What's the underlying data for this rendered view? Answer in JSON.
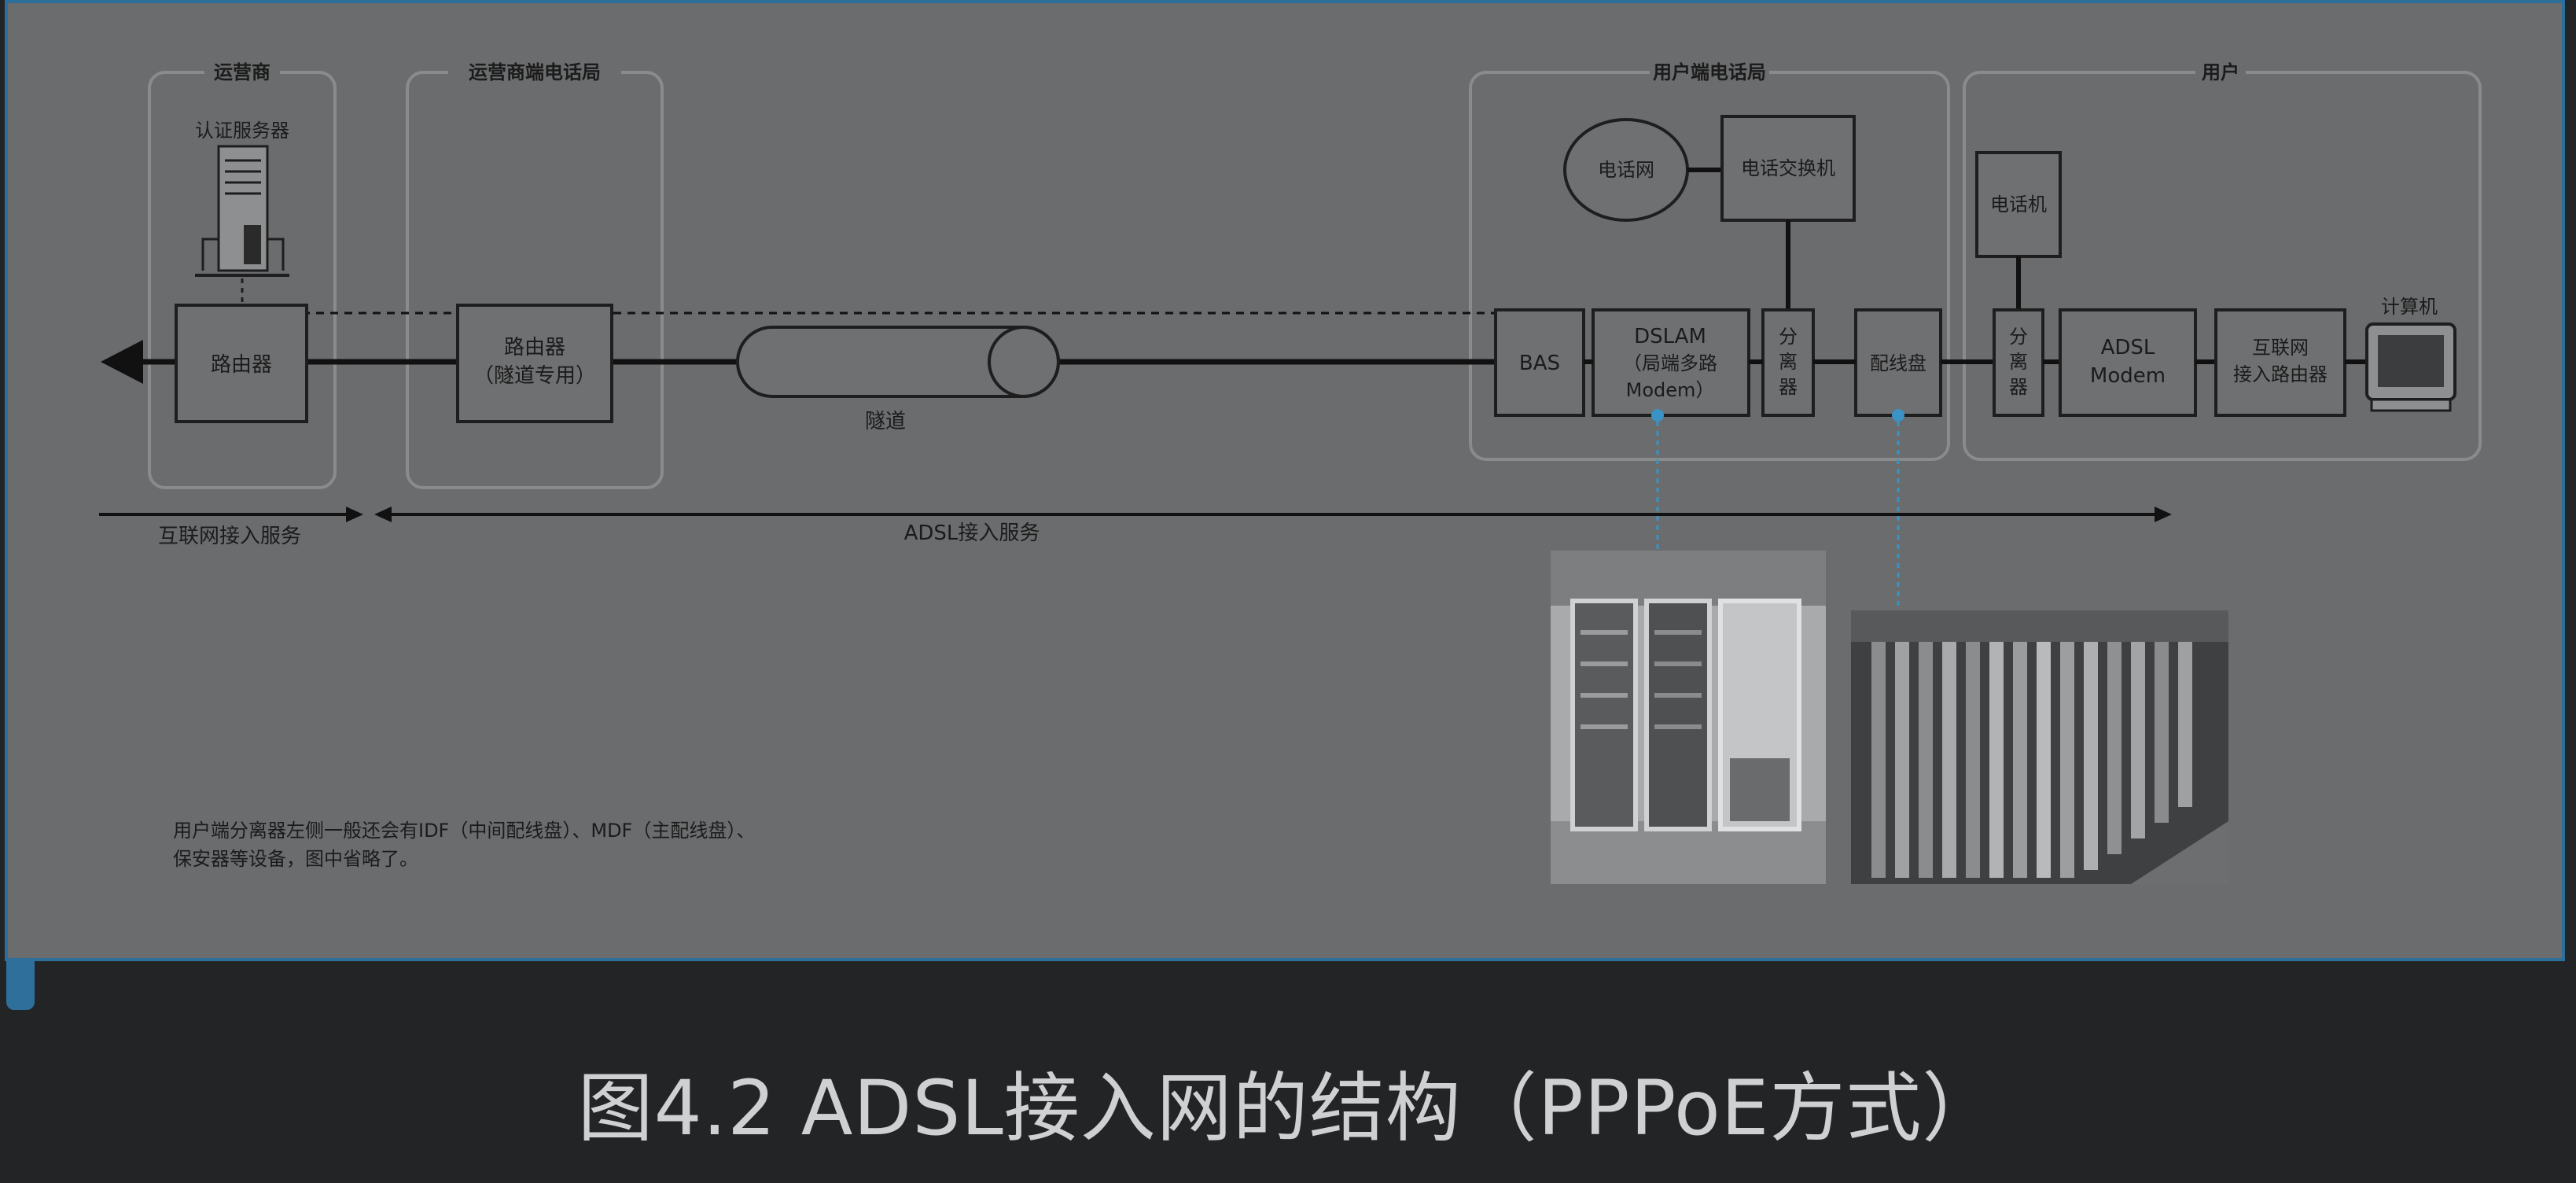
{
  "caption": "图4.2 ADSL接入网的结构（PPPoE方式）",
  "groups": {
    "carrier": "运营商",
    "carrier_office": "运营商端电话局",
    "user_office": "用户端电话局",
    "user": "用户"
  },
  "nodes": {
    "auth_server": "认证服务器",
    "router_carrier": "路由器",
    "router_tunnel_line1": "路由器",
    "router_tunnel_line2": "（隧道专用）",
    "tunnel": "隧道",
    "phone_network": "电话网",
    "phone_switch": "电话交换机",
    "bas": "BAS",
    "dslam_line1": "DSLAM",
    "dslam_line2": "（局端多路",
    "dslam_line3": "Modem）",
    "splitter_office": [
      "分",
      "离",
      "器"
    ],
    "distribution_frame": "配线盘",
    "telephone": "电话机",
    "splitter_user": [
      "分",
      "离",
      "器"
    ],
    "adsl_modem_line1": "ADSL",
    "adsl_modem_line2": "Modem",
    "internet_router_line1": "互联网",
    "internet_router_line2": "接入路由器",
    "computer": "计算机"
  },
  "services": {
    "internet": "互联网接入服务",
    "adsl": "ADSL接入服务"
  },
  "note": {
    "line1": "用户端分离器左侧一般还会有IDF（中间配线盘）、MDF（主配线盘）、",
    "line2": "保安器等设备，图中省略了。"
  },
  "colors": {
    "panel_bg": "#6b6c6e",
    "line": "#111111",
    "box_stroke": "#2a2a2a",
    "group_stroke": "#8a8b8d",
    "dotted_link": "#3a93c4",
    "caption_bg": "#232426",
    "caption_text": "#cfd0d2"
  }
}
